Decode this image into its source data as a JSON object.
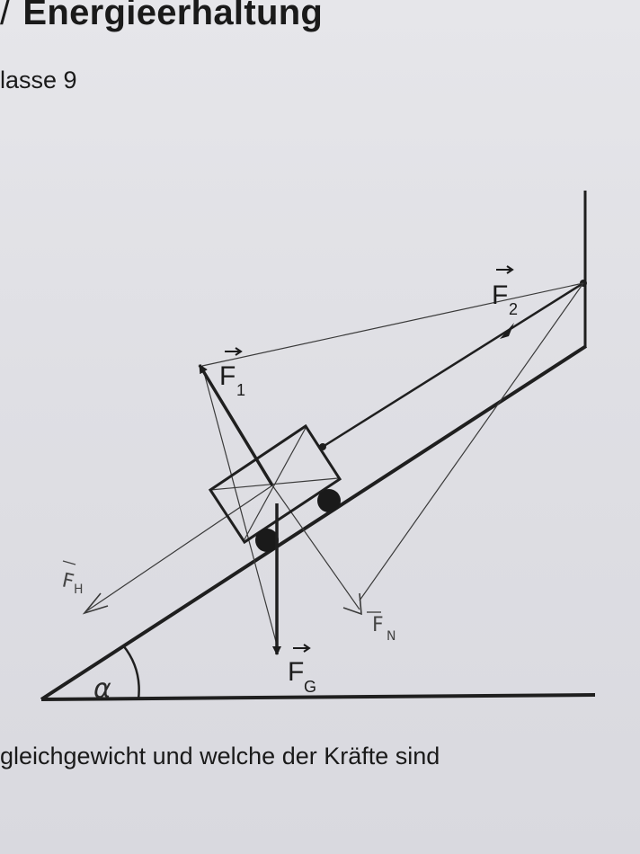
{
  "header": {
    "slash": "/",
    "title": "Energieerhaltung",
    "subtitle": "lasse 9"
  },
  "diagram": {
    "labels": {
      "f1": "F",
      "f1_sub": "1",
      "f2": "F",
      "f2_sub": "2",
      "fg": "F",
      "fg_sub": "G",
      "fh": "F",
      "fh_sub": "H",
      "fn": "F",
      "fn_sub": "N",
      "alpha": "α"
    }
  },
  "footer": {
    "text": "gleichgewicht und welche der Kräfte sind"
  }
}
